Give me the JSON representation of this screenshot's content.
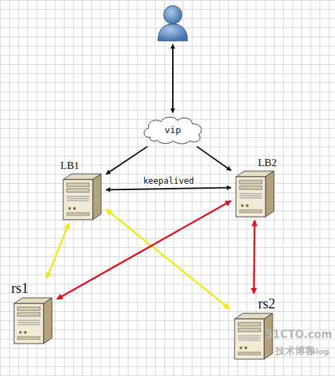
{
  "diagram": {
    "nodes": [
      {
        "text": []
      },
      {
        "text": [
          "vip"
        ]
      },
      {
        "text": [
          "LB1"
        ]
      },
      {
        "text": [
          "LB2"
        ]
      },
      {
        "text": [
          "rs1"
        ]
      },
      {
        "text": [
          "rs2"
        ]
      }
    ],
    "edges": [
      {
        "from": 0,
        "to": 1,
        "arrow": "both"
      },
      {
        "from": 1,
        "to": 2,
        "arrow": "to"
      },
      {
        "from": 1,
        "to": 3,
        "arrow": "to"
      },
      {
        "from": 2,
        "to": 3,
        "label": "keepalived",
        "arrow": "both"
      },
      {
        "from": 2,
        "to": 4,
        "arrow": "both"
      },
      {
        "from": 2,
        "to": 5,
        "arrow": "both"
      },
      {
        "from": 3,
        "to": 4,
        "arrow": "both"
      },
      {
        "from": 3,
        "to": 5,
        "arrow": "both"
      }
    ],
    "labels": [
      "51CTO.com",
      "技术博客",
      "Blog"
    ]
  }
}
